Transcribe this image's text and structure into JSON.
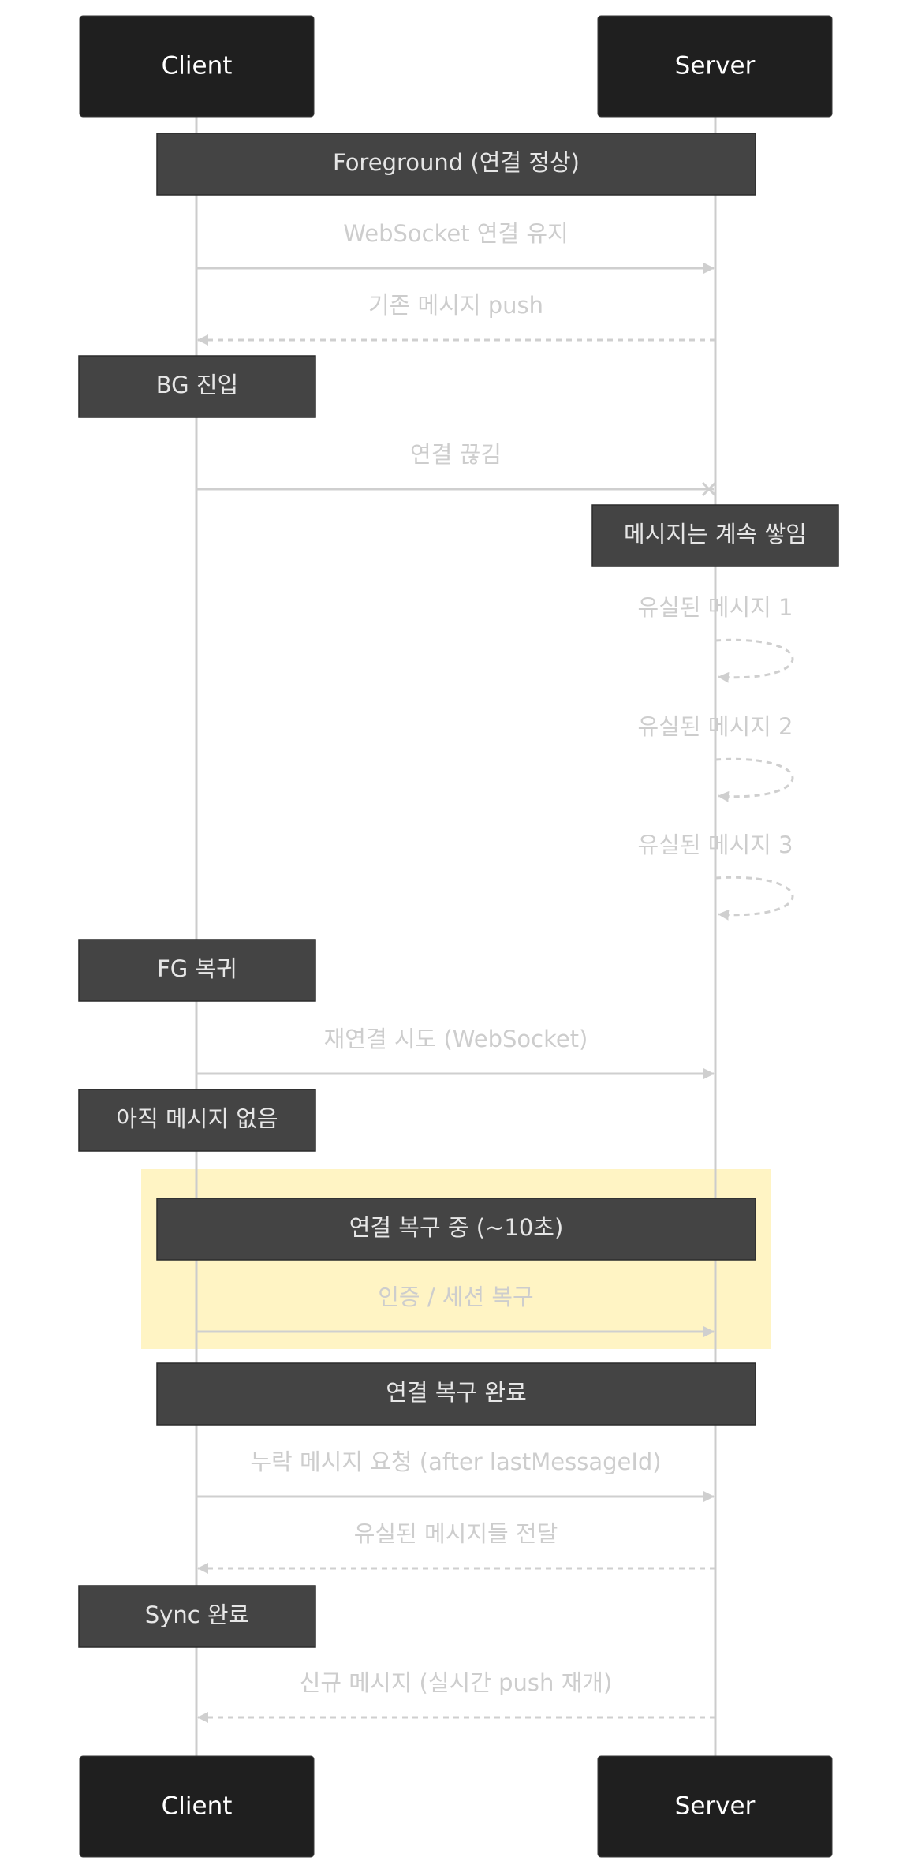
{
  "actors": {
    "client": "Client",
    "server": "Server"
  },
  "steps": [
    {
      "kind": "note",
      "span": "both",
      "text": "Foreground (연결 정상)"
    },
    {
      "kind": "message",
      "from": "client",
      "to": "server",
      "style": "solid",
      "head": "arrow",
      "text": "WebSocket 연결 유지"
    },
    {
      "kind": "message",
      "from": "server",
      "to": "client",
      "style": "dashed",
      "head": "arrow",
      "text": "기존 메시지 push"
    },
    {
      "kind": "note",
      "span": "client",
      "text": "BG 진입"
    },
    {
      "kind": "message",
      "from": "client",
      "to": "server",
      "style": "solid",
      "head": "cross",
      "text": "연결 끊김"
    },
    {
      "kind": "note",
      "span": "server",
      "text": "메시지는 계속 쌓임"
    },
    {
      "kind": "self",
      "actor": "server",
      "style": "dashed",
      "text": "유실된 메시지 1"
    },
    {
      "kind": "self",
      "actor": "server",
      "style": "dashed",
      "text": "유실된 메시지 2"
    },
    {
      "kind": "self",
      "actor": "server",
      "style": "dashed",
      "text": "유실된 메시지 3"
    },
    {
      "kind": "note",
      "span": "client",
      "text": "FG 복귀"
    },
    {
      "kind": "message",
      "from": "client",
      "to": "server",
      "style": "solid",
      "head": "arrow",
      "text": "재연결 시도 (WebSocket)"
    },
    {
      "kind": "note",
      "span": "client",
      "text": "아직 메시지 없음"
    },
    {
      "kind": "note",
      "span": "both",
      "text": "연결 복구 중 (~10초)",
      "highlight": true
    },
    {
      "kind": "message",
      "from": "client",
      "to": "server",
      "style": "solid",
      "head": "arrow",
      "text": "인증 / 세션 복구",
      "highlight": true
    },
    {
      "kind": "note",
      "span": "both",
      "text": "연결 복구 완료"
    },
    {
      "kind": "message",
      "from": "client",
      "to": "server",
      "style": "solid",
      "head": "arrow",
      "text": "누락 메시지 요청 (after lastMessageId)"
    },
    {
      "kind": "message",
      "from": "server",
      "to": "client",
      "style": "dashed",
      "head": "arrow",
      "text": "유실된 메시지들 전달"
    },
    {
      "kind": "note",
      "span": "client",
      "text": "Sync 완료"
    },
    {
      "kind": "message",
      "from": "server",
      "to": "client",
      "style": "dashed",
      "head": "arrow",
      "text": "신규 메시지 (실시간 push 재개)"
    }
  ],
  "colors": {
    "actor_fill": "#1f1f1f",
    "note_fill": "#444444",
    "note_border": "#2c2c2c",
    "lifeline": "#cccccc",
    "message_line": "#cfcfcf",
    "highlight_fill": "#fff4c4"
  }
}
